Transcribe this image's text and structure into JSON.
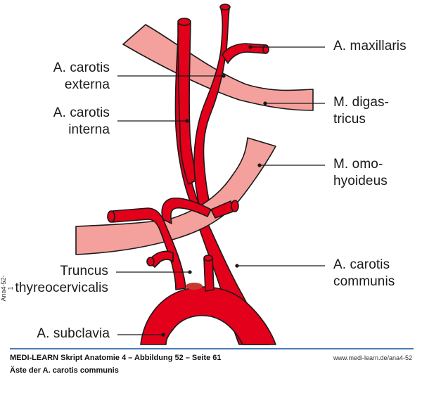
{
  "figure": {
    "colors": {
      "artery": "#e2001a",
      "muscle": "#f4a09c",
      "outline": "#1a1a1a",
      "leader": "#1a1a1a",
      "rule": "#4a7ab5",
      "highlight": "#c83a2e"
    },
    "labels_left": [
      {
        "id": "carotis-externa",
        "lines": [
          "A. carotis",
          "externa"
        ]
      },
      {
        "id": "carotis-interna",
        "lines": [
          "A. carotis",
          "interna"
        ]
      },
      {
        "id": "truncus-thyreocervicalis",
        "lines": [
          "Truncus",
          "thyreocervicalis"
        ]
      },
      {
        "id": "subclavia",
        "lines": [
          "A. subclavia"
        ]
      }
    ],
    "labels_right": [
      {
        "id": "maxillaris",
        "lines": [
          "A. maxillaris"
        ]
      },
      {
        "id": "digastricus",
        "lines": [
          "M. digas-",
          "tricus"
        ]
      },
      {
        "id": "omohyoideus",
        "lines": [
          "M. omo-",
          "hyoideus"
        ]
      },
      {
        "id": "carotis-communis",
        "lines": [
          "A. carotis",
          "communis"
        ]
      }
    ],
    "side_code": "Ana4-52-1"
  },
  "footer": {
    "title": "MEDI-LEARN Skript Anatomie 4 – Abbildung 52 – Seite 61",
    "url": "www.medi-learn.de/ana4-52",
    "subtitle": "Äste der A. carotis communis"
  }
}
